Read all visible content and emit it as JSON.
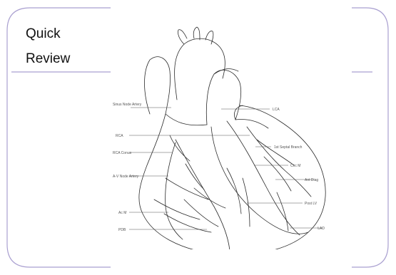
{
  "title": {
    "line1": "Quick",
    "line2": "Review"
  },
  "figure": {
    "name": "heart-coronary-anatomy-diagram",
    "labels": {
      "sinus_node_artery": "Sinus Node Artery",
      "lca": "LCA",
      "rca": "RCA",
      "first_septal_branch": "1st Septal Branch",
      "rca_conus": "RCA Conus",
      "circ_m": "Circ M",
      "av_node_artery": "A-V Node Artery",
      "ant_diag": "Ant Diag",
      "post_lv": "Post LV",
      "ac_m": "Ac M",
      "pdb": "PDB",
      "lad": "LAD"
    }
  },
  "colors": {
    "frame": "#a99fd0",
    "ink": "#2a2a2a"
  }
}
